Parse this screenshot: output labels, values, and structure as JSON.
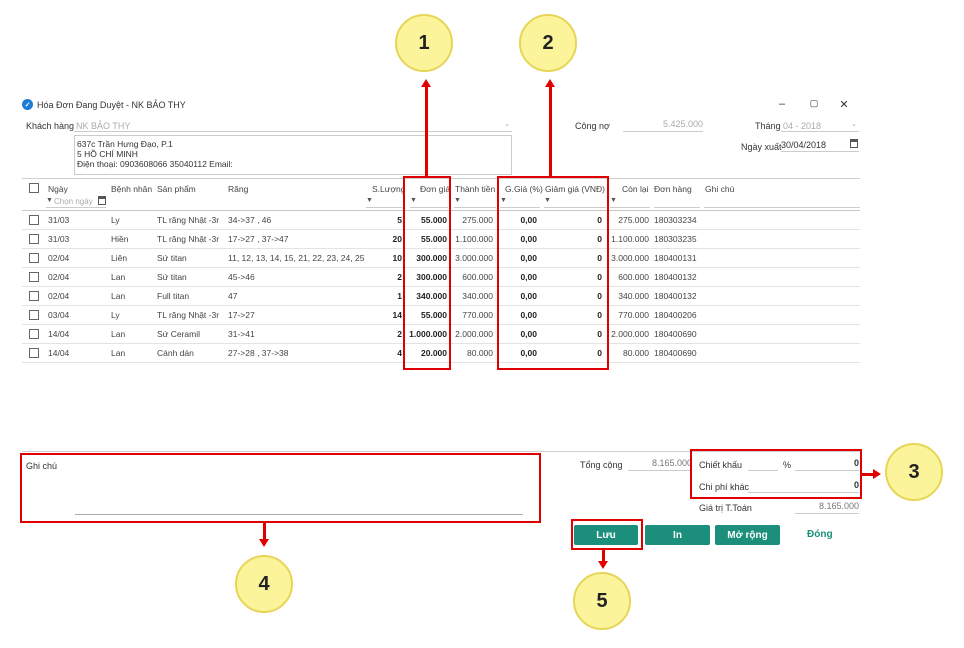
{
  "window": {
    "title": "Hóa Đơn Đang Duyệt - NK BẢO THY",
    "min": "–",
    "max": "▢",
    "close": "✕"
  },
  "form": {
    "customer_label": "Khách hàng",
    "customer_value": "NK BẢO THY",
    "address_line1": "637c Trần Hưng Đạo, P.1",
    "address_line2": "5 HỒ CHÍ MINH",
    "address_line3": "Điện thoại: 0903608066 35040112 Email:",
    "debt_label": "Công nợ",
    "debt_value": "5.425.000",
    "month_label": "Tháng",
    "month_value": "04 - 2018",
    "export_date_label": "Ngày xuất",
    "export_date_value": "30/04/2018"
  },
  "table": {
    "headers": {
      "date": "Ngày",
      "patient": "Bệnh nhân",
      "product": "Sản phẩm",
      "teeth": "Răng",
      "qty": "S.Lượng",
      "unit_price": "Đơn giá",
      "total": "Thành tiền",
      "discount_pct": "G.Giá (%)",
      "discount_vnd": "Giảm giá (VNĐ)",
      "remain": "Còn lại",
      "order": "Đơn hàng",
      "note": "Ghi chú"
    },
    "date_filter_placeholder": "Chọn ngày",
    "rows": [
      {
        "date": "31/03",
        "patient": "Ly",
        "product": "TL răng Nhật -3r",
        "teeth": "34->37 , 46",
        "qty": "5",
        "price": "55.000",
        "total": "275.000",
        "pct": "0,00",
        "vnd": "0",
        "remain": "275.000",
        "order": "180303234"
      },
      {
        "date": "31/03",
        "patient": "Hiền",
        "product": "TL răng Nhật -3r",
        "teeth": "17->27 , 37->47",
        "qty": "20",
        "price": "55.000",
        "total": "1.100.000",
        "pct": "0,00",
        "vnd": "0",
        "remain": "1.100.000",
        "order": "180303235"
      },
      {
        "date": "02/04",
        "patient": "Liên",
        "product": "Sứ titan",
        "teeth": "11, 12, 13, 14, 15, 21, 22, 23, 24, 25",
        "qty": "10",
        "price": "300.000",
        "total": "3.000.000",
        "pct": "0,00",
        "vnd": "0",
        "remain": "3.000.000",
        "order": "180400131"
      },
      {
        "date": "02/04",
        "patient": "Lan",
        "product": "Sứ titan",
        "teeth": "45->46",
        "qty": "2",
        "price": "300.000",
        "total": "600.000",
        "pct": "0,00",
        "vnd": "0",
        "remain": "600.000",
        "order": "180400132"
      },
      {
        "date": "02/04",
        "patient": "Lan",
        "product": "Full titan",
        "teeth": "47",
        "qty": "1",
        "price": "340.000",
        "total": "340.000",
        "pct": "0,00",
        "vnd": "0",
        "remain": "340.000",
        "order": "180400132"
      },
      {
        "date": "03/04",
        "patient": "Ly",
        "product": "TL răng Nhật -3r",
        "teeth": "17->27",
        "qty": "14",
        "price": "55.000",
        "total": "770.000",
        "pct": "0,00",
        "vnd": "0",
        "remain": "770.000",
        "order": "180400206"
      },
      {
        "date": "14/04",
        "patient": "Lan",
        "product": "Sứ Ceramil",
        "teeth": "31->41",
        "qty": "2",
        "price": "1.000.000",
        "total": "2.000.000",
        "pct": "0,00",
        "vnd": "0",
        "remain": "2.000.000",
        "order": "180400690"
      },
      {
        "date": "14/04",
        "patient": "Lan",
        "product": "Cánh dán",
        "teeth": "27->28 , 37->38",
        "qty": "4",
        "price": "20.000",
        "total": "80.000",
        "pct": "0,00",
        "vnd": "0",
        "remain": "80.000",
        "order": "180400690"
      }
    ]
  },
  "footer": {
    "note_label": "Ghi chú",
    "total_label": "Tổng cộng",
    "total_value": "8.165.000",
    "discount_label": "Chiết khấu",
    "percent_sign": "%",
    "discount_value": "0",
    "other_cost_label": "Chi phí khác",
    "other_cost_value": "0",
    "pay_value_label": "Giá trị T.Toán",
    "pay_value": "8.165.000"
  },
  "buttons": {
    "save": "Lưu",
    "print": "In",
    "expand": "Mở rộng",
    "close": "Đóng"
  },
  "callouts": [
    "1",
    "2",
    "3",
    "4",
    "5"
  ],
  "colors": {
    "accent": "#1b8f7b",
    "highlight": "#e00000",
    "callout": "#fcf49b"
  }
}
